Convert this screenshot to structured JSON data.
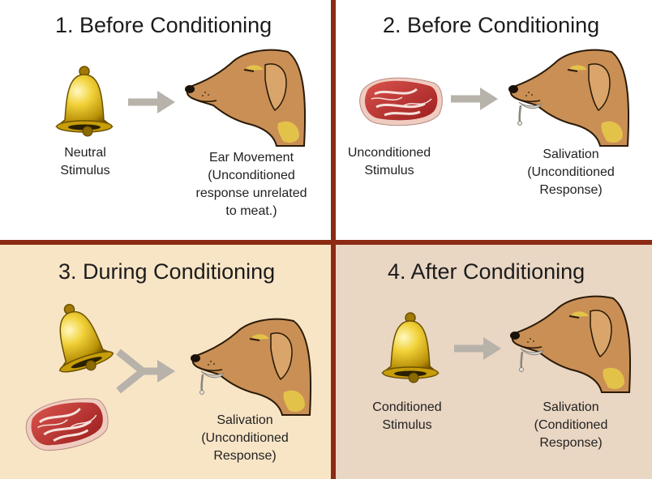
{
  "panels": [
    {
      "title": "1. Before Conditioning",
      "stimulus": [
        "Neutral",
        "Stimulus"
      ],
      "response": [
        "Ear Movement",
        "(Unconditioned",
        "response unrelated",
        "to meat.)"
      ]
    },
    {
      "title": "2. Before Conditioning",
      "stimulus": [
        "Unconditioned",
        "Stimulus"
      ],
      "response": [
        "Salivation",
        "(Unconditioned",
        "Response)"
      ]
    },
    {
      "title": "3. During Conditioning",
      "response": [
        "Salivation",
        "(Unconditioned",
        "Response)"
      ]
    },
    {
      "title": "4. After Conditioning",
      "stimulus": [
        "Conditioned",
        "Stimulus"
      ],
      "response": [
        "Salivation",
        "(Conditioned",
        "Response)"
      ]
    }
  ],
  "colors": {
    "divider": "#8c2a14",
    "panel3_bg": "#f8e5c6",
    "panel4_bg": "#e9d6c3",
    "arrow": "#b7b2aa",
    "dog": "#c98f55",
    "dog_spot": "#e3c24a",
    "bell": "#e8c41a",
    "meat": "#c33a34"
  },
  "icons": [
    "bell-icon",
    "steak-icon",
    "dog-head-icon",
    "arrow-icon"
  ]
}
